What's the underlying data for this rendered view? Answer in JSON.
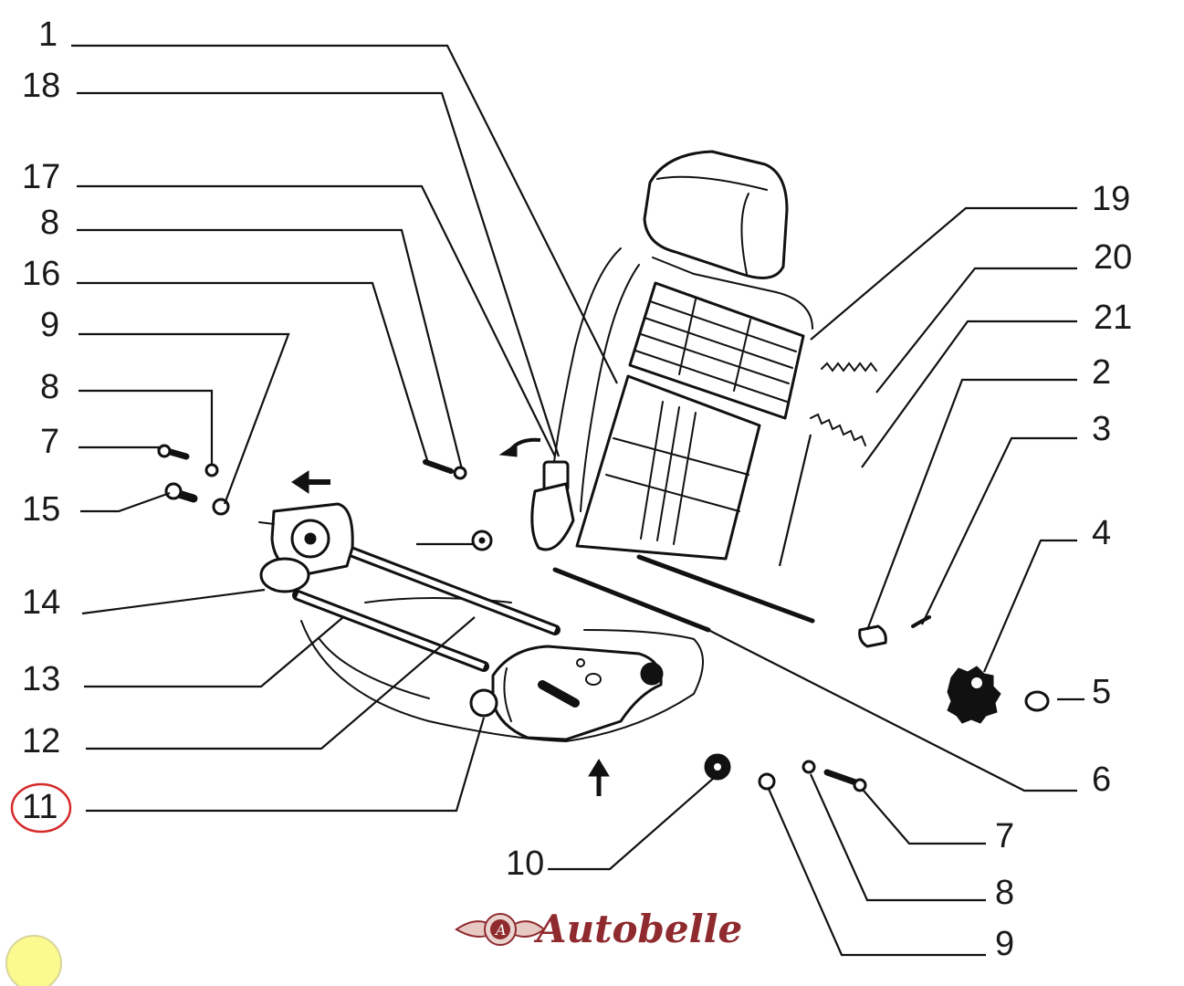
{
  "diagram": {
    "title": "Seat frame exploded parts diagram",
    "highlight_color": "#d42a2a",
    "highlighted_callout": "11",
    "callouts_left": [
      {
        "id": "1",
        "label": "1"
      },
      {
        "id": "18",
        "label": "18"
      },
      {
        "id": "17",
        "label": "17"
      },
      {
        "id": "8a",
        "label": "8"
      },
      {
        "id": "16",
        "label": "16"
      },
      {
        "id": "9a",
        "label": "9"
      },
      {
        "id": "8b",
        "label": "8"
      },
      {
        "id": "7a",
        "label": "7"
      },
      {
        "id": "15",
        "label": "15"
      },
      {
        "id": "14",
        "label": "14"
      },
      {
        "id": "13",
        "label": "13"
      },
      {
        "id": "12",
        "label": "12"
      },
      {
        "id": "11",
        "label": "11"
      }
    ],
    "callouts_right": [
      {
        "id": "19",
        "label": "19"
      },
      {
        "id": "20",
        "label": "20"
      },
      {
        "id": "21",
        "label": "21"
      },
      {
        "id": "2",
        "label": "2"
      },
      {
        "id": "3",
        "label": "3"
      },
      {
        "id": "4",
        "label": "4"
      },
      {
        "id": "5",
        "label": "5"
      },
      {
        "id": "6",
        "label": "6"
      }
    ],
    "callouts_bottom": [
      {
        "id": "10",
        "label": "10"
      },
      {
        "id": "7b",
        "label": "7"
      },
      {
        "id": "8c",
        "label": "8"
      },
      {
        "id": "9b",
        "label": "9"
      }
    ],
    "arrows": [
      "arrow-left-icon",
      "arrow-up-icon",
      "curved-arrow-icon"
    ]
  },
  "brand": {
    "name": "Autobelle",
    "color": "#8f2a2e",
    "emblem_letter": "A"
  },
  "marker": {
    "color": "#fbfa8e"
  }
}
